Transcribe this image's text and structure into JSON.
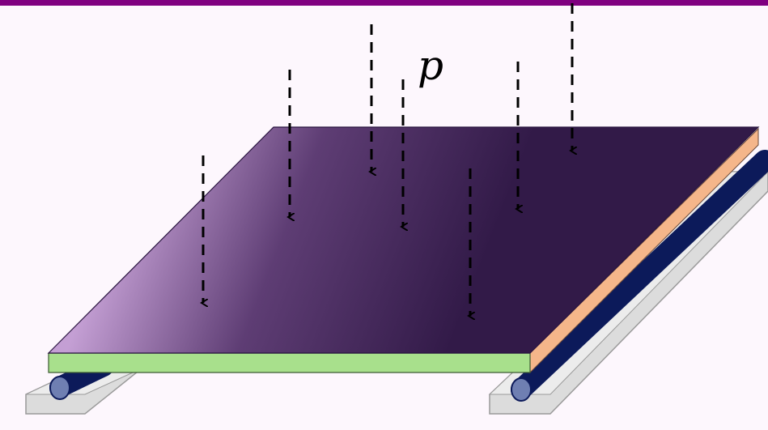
{
  "labels": {
    "load": "p"
  },
  "colors": {
    "background": "#fdf7fd",
    "top_bar": "#800080",
    "plate_top_light": "#c49fd4",
    "plate_top_mid": "#5e3d74",
    "plate_top_dark": "#321a48",
    "plate_front_edge": "#a8e08c",
    "plate_side_edge": "#f5b68a",
    "roller": "#0c1a5a",
    "roller_end": "#6f7fb2",
    "support_base": "#dcdcdc",
    "arrow": "#000000"
  },
  "icons": {
    "load_arrows": "dashed-down-arrow",
    "supports": "roller-support"
  }
}
